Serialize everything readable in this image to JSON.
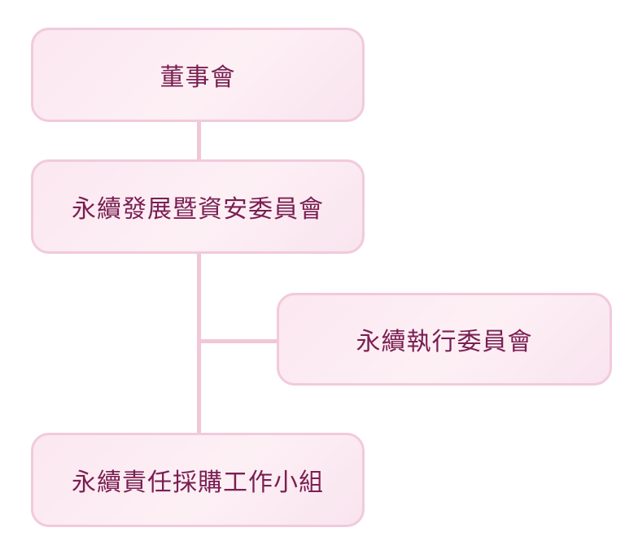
{
  "org_chart": {
    "nodes": [
      {
        "label": "董事會"
      },
      {
        "label": "永續發展暨資安委員會"
      },
      {
        "label": "永續執行委員會"
      },
      {
        "label": "永續責任採購工作小組"
      }
    ]
  },
  "colors": {
    "node_text": "#7a1f52",
    "node_border": "#f1cadb",
    "node_fill": "#fbe7f0",
    "connector": "#f1c7d8"
  }
}
